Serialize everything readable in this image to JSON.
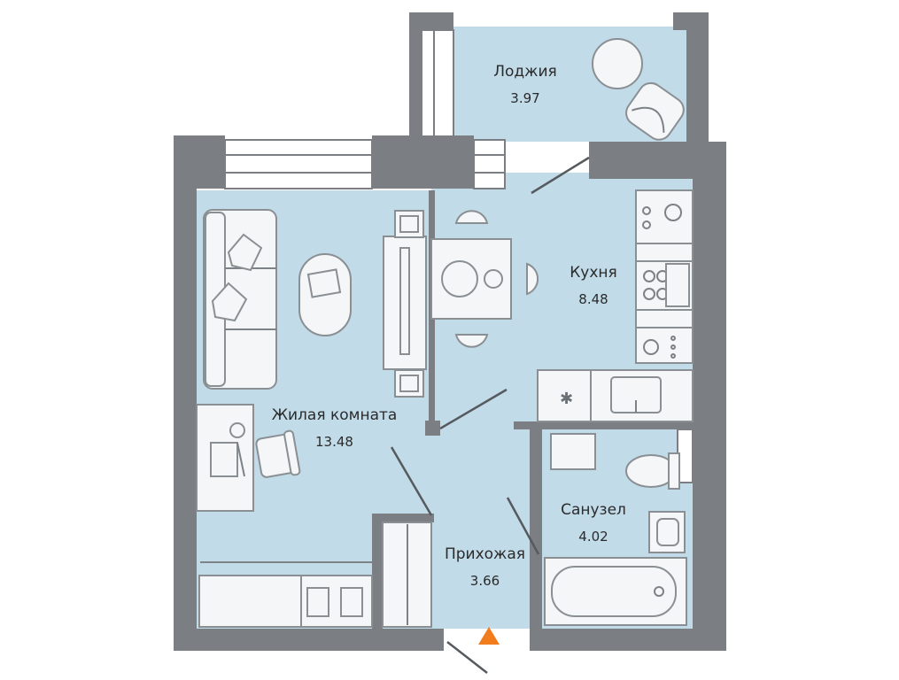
{
  "rooms": [
    {
      "id": "loggia",
      "name": "Лоджия",
      "area": "3.97"
    },
    {
      "id": "kitchen",
      "name": "Кухня",
      "area": "8.48"
    },
    {
      "id": "living",
      "name": "Жилая комната",
      "area": "13.48"
    },
    {
      "id": "bathroom",
      "name": "Санузел",
      "area": "4.02"
    },
    {
      "id": "hallway",
      "name": "Прихожая",
      "area": "3.66"
    }
  ],
  "colors": {
    "wall": "#7b7f83",
    "floor": "#c2dbe8",
    "entrance_marker": "#f07c1e"
  },
  "icons": [
    "entrance-arrow-icon",
    "sofa-icon",
    "bed-icon",
    "table-icon",
    "bath-icon",
    "toilet-icon",
    "sink-icon",
    "stove-icon"
  ]
}
